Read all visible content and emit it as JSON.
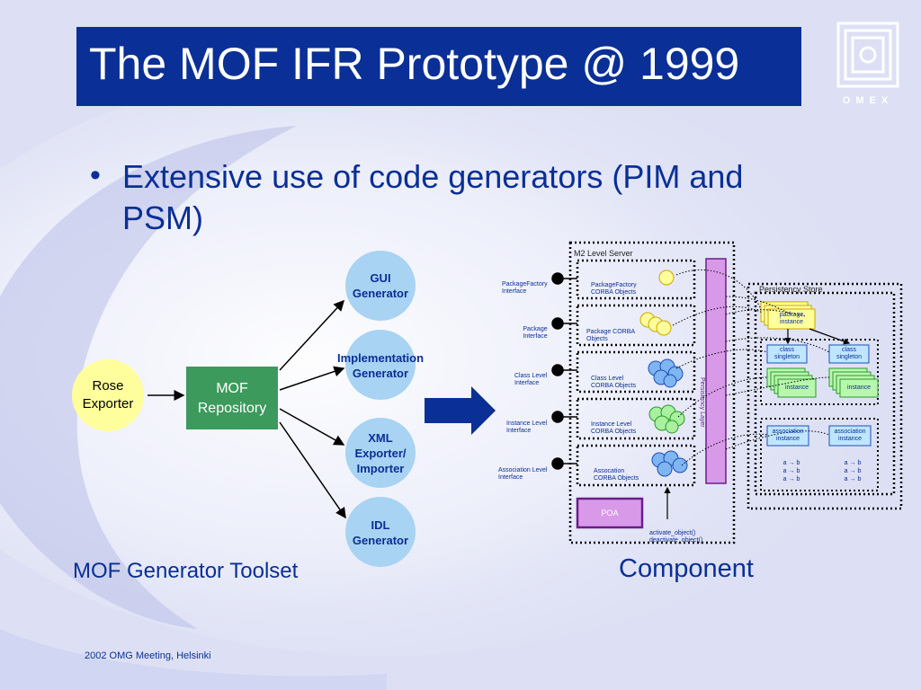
{
  "slide": {
    "title": "The MOF IFR Prototype @ 1999",
    "logo_text": "OMEX",
    "bullet": "Extensive use of code generators (PIM and PSM)",
    "footer": "2002 OMG Meeting, Helsinki",
    "colors": {
      "title_bg": "#0a2f96",
      "text_blue": "#0a2f96",
      "generator_circle": "#a8d3f2",
      "rose_circle": "#fffe9c",
      "repository_box": "#3c9a5c",
      "poa_box": "#d89ae8",
      "arrow_blue": "#0a2f96"
    }
  },
  "toolset": {
    "caption": "MOF Generator Toolset",
    "rose": "Rose Exporter",
    "repository": "MOF Repository",
    "generators": [
      {
        "line1": "GUI",
        "line2": "Generator"
      },
      {
        "line1": "Implementation",
        "line2": "Generator"
      },
      {
        "line1": "XML",
        "line2": "Exporter/",
        "line3": "Importer"
      },
      {
        "line1": "IDL",
        "line2": "Generator"
      }
    ]
  },
  "component": {
    "caption": "Component",
    "server_title": "M2 Level Server",
    "store_title": "Persistency Store",
    "interfaces": [
      "PackageFactory Interface",
      "Package Interface",
      "Class Level Interface",
      "Instance Level Interface",
      "Association Level Interface"
    ],
    "corba_objects": [
      "PackageFactory CORBA Objects",
      "Package CORBA Objects",
      "Class Level CORBA Objects",
      "Instance Level CORBA Objects",
      "Assocation CORBA Objects"
    ],
    "vertical_bar_label": "Persistency Layer",
    "poa": "POA",
    "poa_calls": [
      "activate_object()",
      "deactivate_object()"
    ],
    "store_items": {
      "package_instance": "package instance",
      "class_singleton": "class singleton",
      "instance": "instance",
      "association_instance": "association instance",
      "link": "a → b"
    }
  }
}
